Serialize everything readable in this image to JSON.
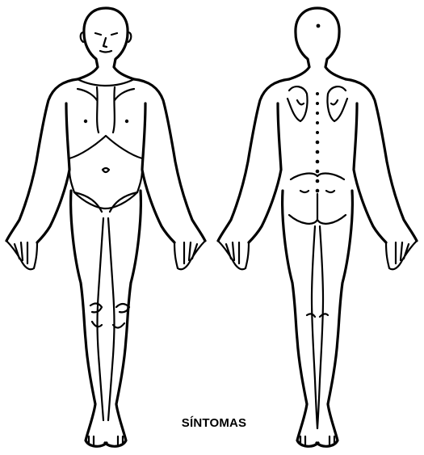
{
  "caption": "SÍNTOMAS",
  "figures": [
    {
      "view": "front",
      "icon": "body-front-outline"
    },
    {
      "view": "back",
      "icon": "body-back-outline"
    }
  ],
  "colors": {
    "ink": "#000000",
    "background": "#ffffff"
  }
}
